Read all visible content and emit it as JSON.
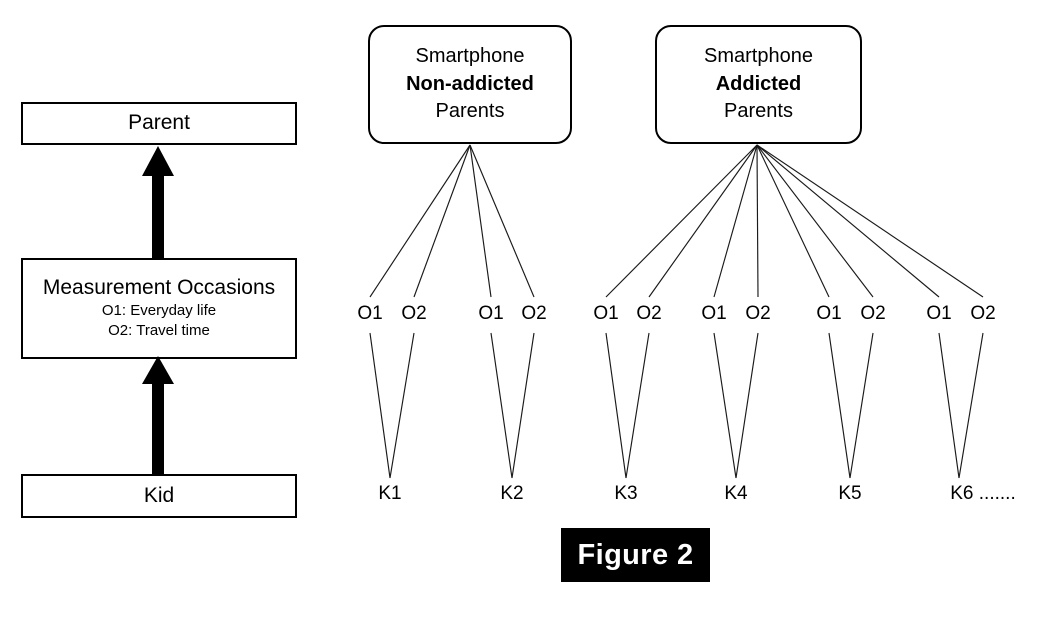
{
  "figure": {
    "caption": "Figure 2",
    "caption_bg": "#000000",
    "caption_fg": "#ffffff"
  },
  "legend": {
    "levels": [
      {
        "id": "parent",
        "title": "Parent",
        "sublines": []
      },
      {
        "id": "measurement-occasions",
        "title": "Measurement Occasions",
        "sublines": [
          "O1: Everyday life",
          "O2: Travel time"
        ]
      },
      {
        "id": "kid",
        "title": "Kid",
        "sublines": []
      }
    ],
    "arrow_direction": "upward",
    "arrow_color": "#000000"
  },
  "tree": {
    "groups": [
      {
        "id": "non-addicted",
        "line1": "Smartphone",
        "line2": "Non-addicted",
        "line3": "Parents",
        "children_count": 2
      },
      {
        "id": "addicted",
        "line1": "Smartphone",
        "line2": "Addicted",
        "line3": "Parents",
        "children_count": 4
      }
    ],
    "occasion_labels": [
      "O1",
      "O2",
      "O1",
      "O2",
      "O1",
      "O2",
      "O1",
      "O2",
      "O1",
      "O2",
      "O1",
      "O2"
    ],
    "kid_labels": [
      "K1",
      "K2",
      "K3",
      "K4",
      "K5",
      "K6 ......."
    ],
    "edge_color": "#1a1a1a"
  }
}
